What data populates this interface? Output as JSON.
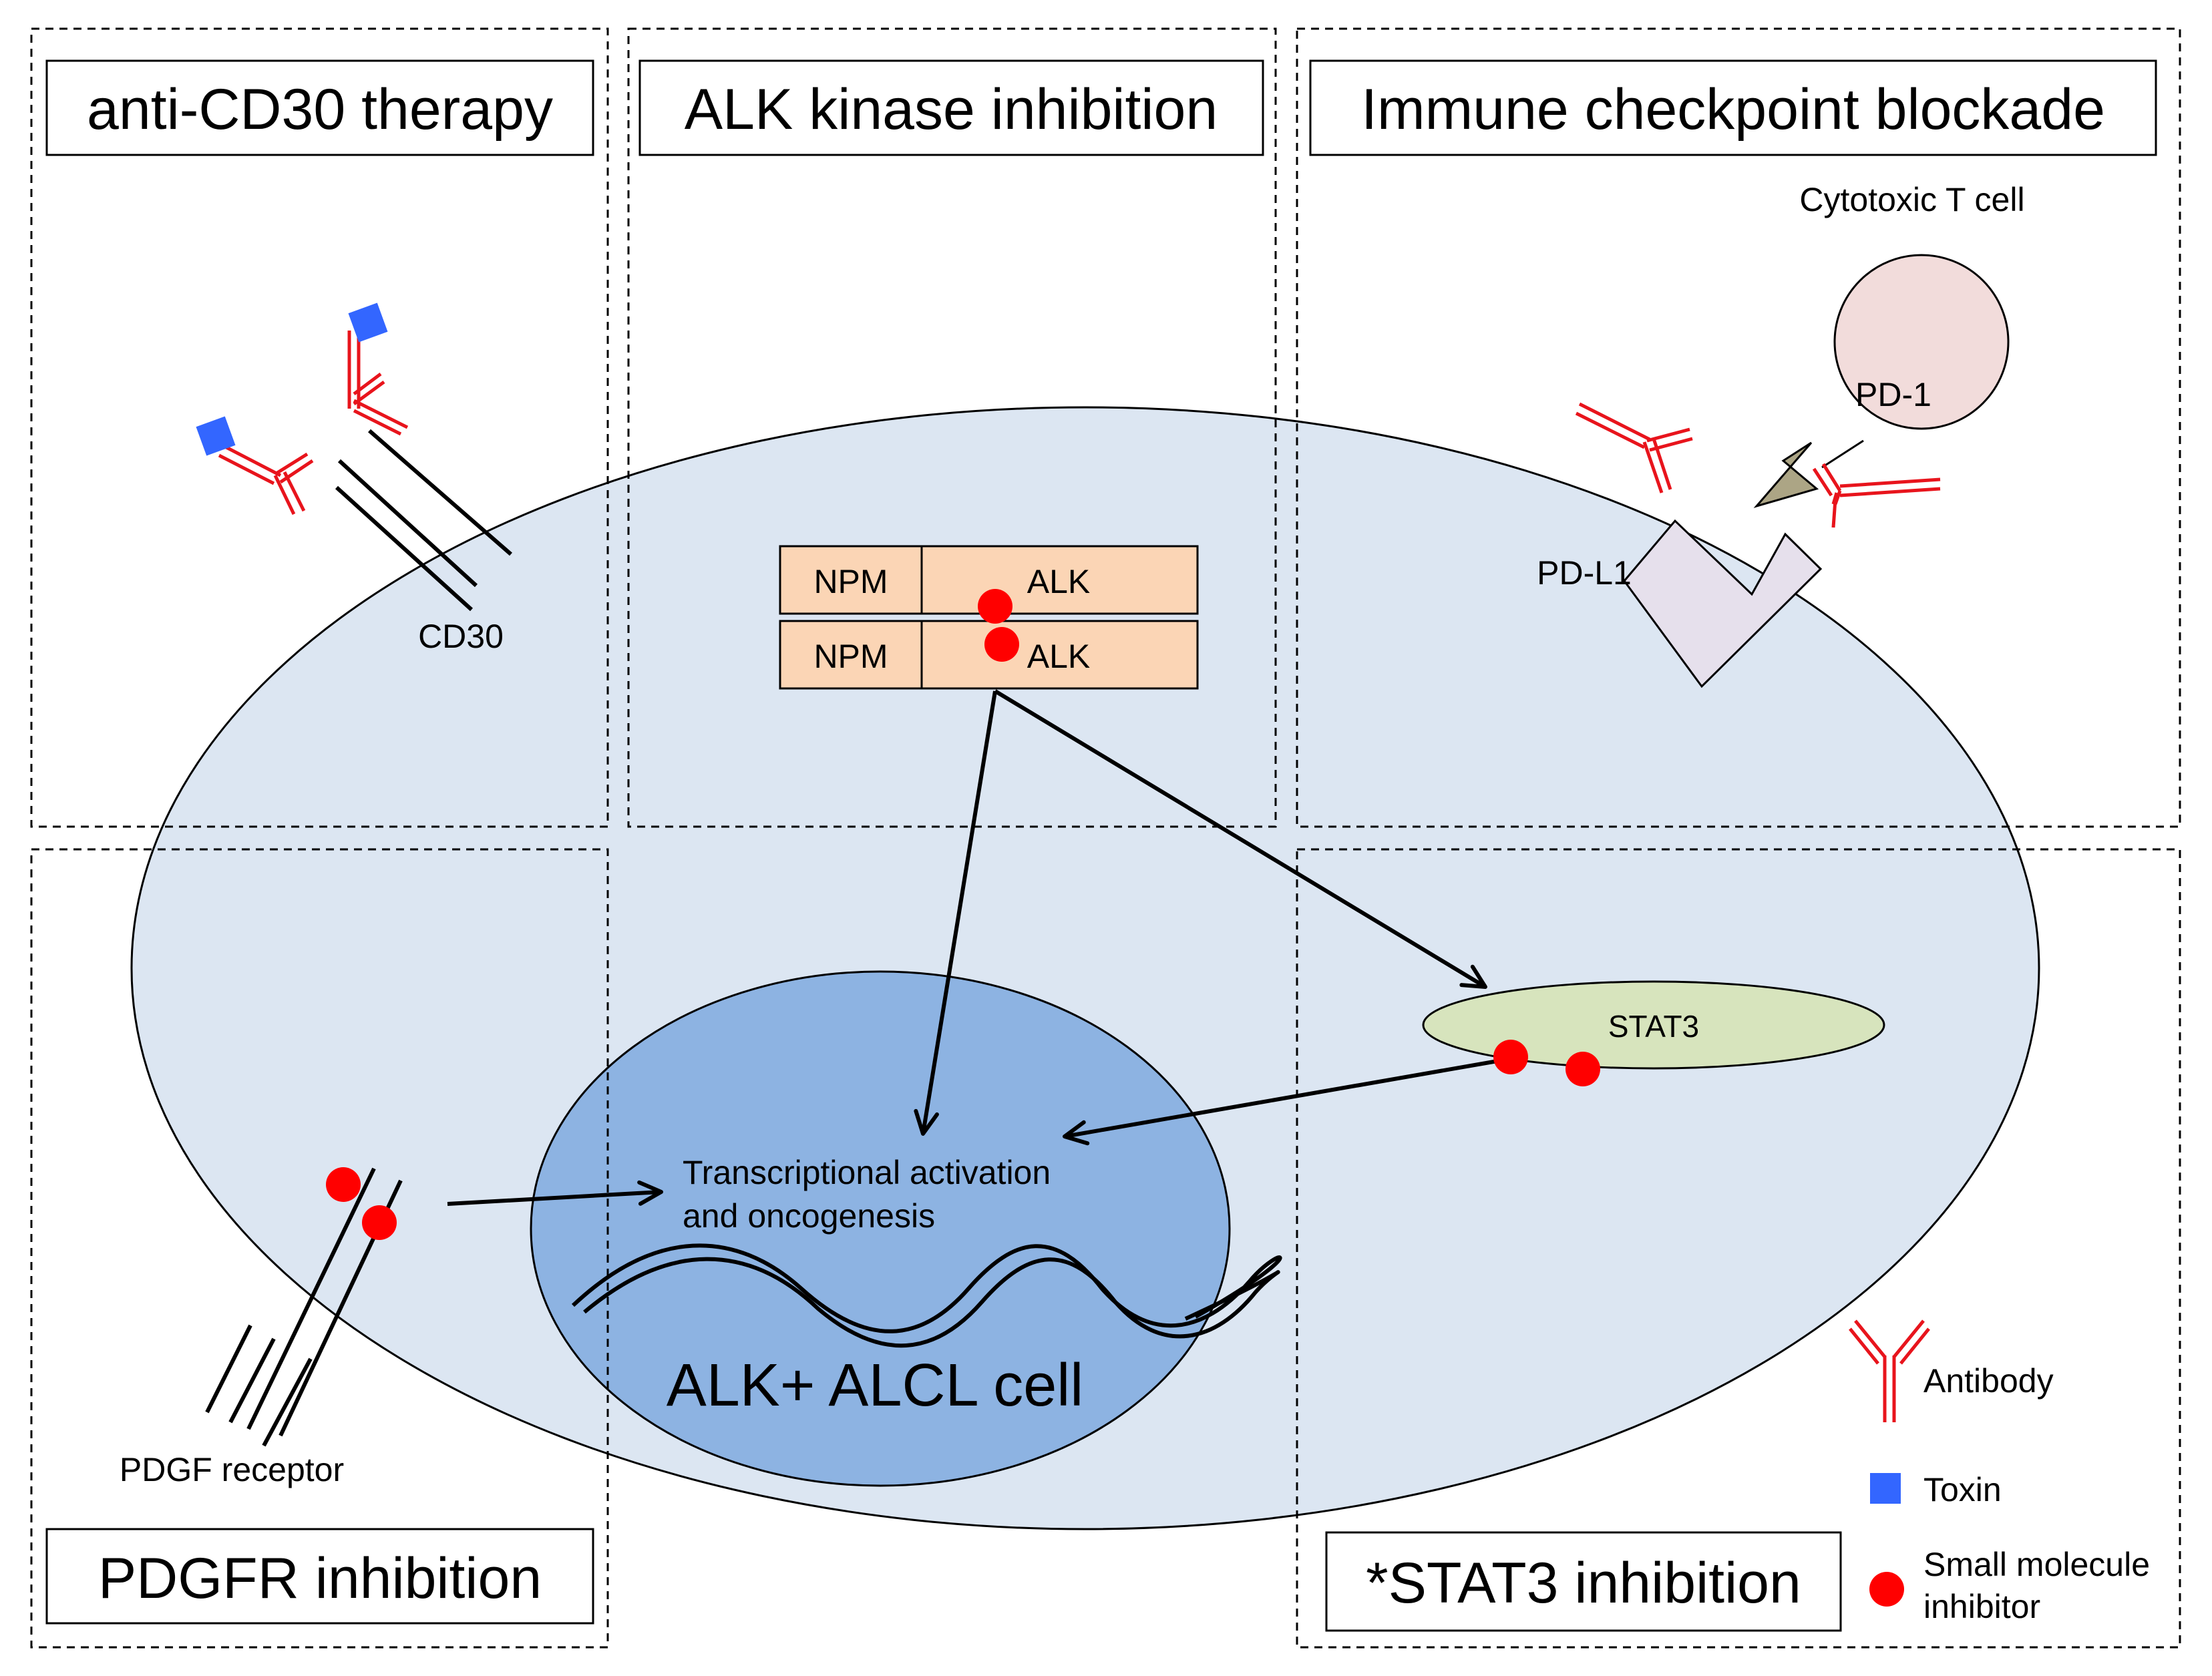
{
  "panels": {
    "anti_cd30": "anti-CD30 therapy",
    "alk_kinase": "ALK kinase inhibition",
    "immune_checkpoint": "Immune checkpoint blockade",
    "pdgfr": "PDGFR inhibition",
    "stat3": "*STAT3 inhibition"
  },
  "labels": {
    "cd30": "CD30",
    "npm_top": "NPM",
    "alk_top": "ALK",
    "npm_bottom": "NPM",
    "alk_bottom": "ALK",
    "cytotoxic_t_cell": "Cytotoxic T cell",
    "pd1": "PD-1",
    "pdl1": "PD-L1",
    "stat3_protein": "STAT3",
    "transcription_line1": "Transcriptional activation",
    "transcription_line2": "and oncogenesis",
    "cell_name": "ALK+ ALCL cell",
    "pdgf_receptor": "PDGF receptor"
  },
  "legend": {
    "antibody": "Antibody",
    "toxin": "Toxin",
    "inhibitor_line1": "Small molecule",
    "inhibitor_line2": "inhibitor"
  },
  "colors": {
    "antibody": "#e8141c",
    "toxin": "#3366ff",
    "inhibitor": "#ff0000",
    "cell": "#dce6f2",
    "nucleus": "#8db3e2",
    "npm_alk": "#fbd5b5",
    "stat3": "#d7e4bd",
    "t_cell": "#f2dcdb",
    "pdl1": "#e6e0ec",
    "pd1_ligand": "#aca585"
  }
}
